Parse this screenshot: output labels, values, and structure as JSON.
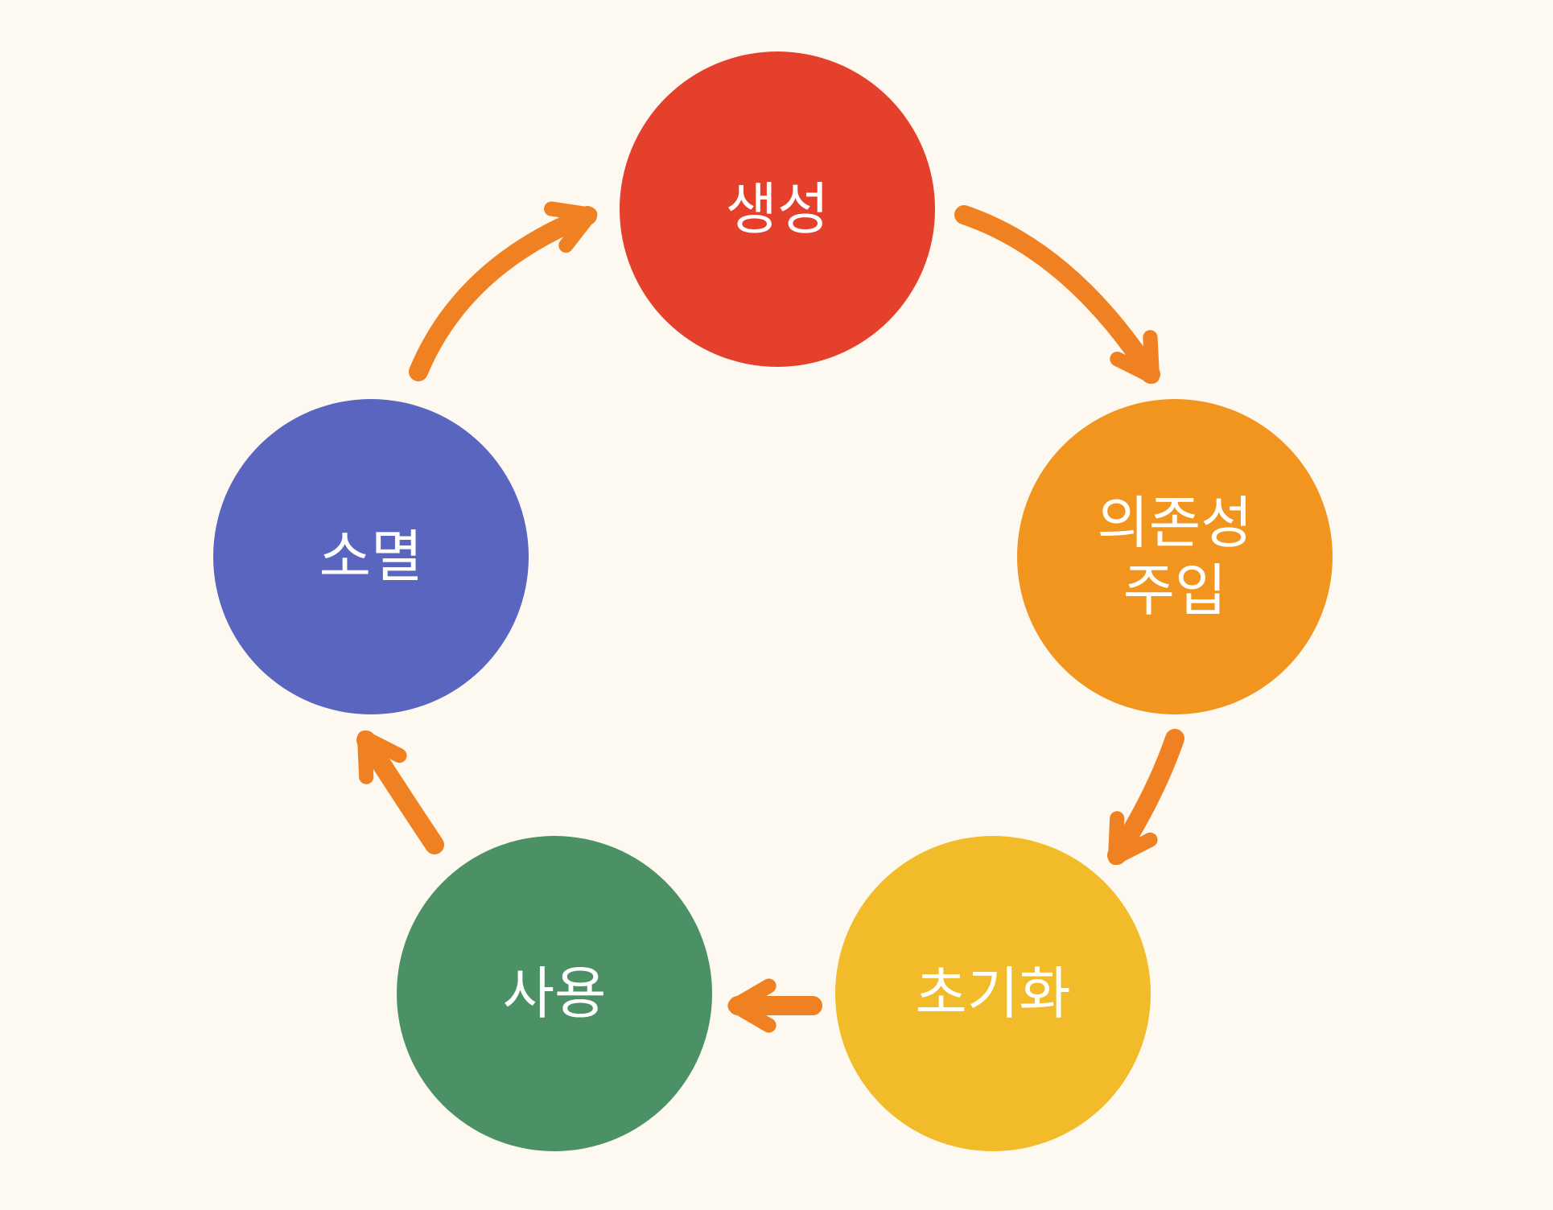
{
  "diagram": {
    "arrow_color": "#f08122",
    "nodes": [
      {
        "id": "create",
        "lines": [
          "생성"
        ],
        "color": "#e5402c",
        "name": "node-create"
      },
      {
        "id": "inject",
        "lines": [
          "의존성",
          "주입"
        ],
        "color": "#f1951f",
        "name": "node-dependency-injection"
      },
      {
        "id": "init",
        "lines": [
          "초기화"
        ],
        "color": "#f1bb2a",
        "name": "node-initialize"
      },
      {
        "id": "use",
        "lines": [
          "사용"
        ],
        "color": "#4c9166",
        "name": "node-use"
      },
      {
        "id": "destroy",
        "lines": [
          "소멸"
        ],
        "color": "#5a65bf",
        "name": "node-destroy"
      }
    ],
    "edges": [
      {
        "from": "create",
        "to": "inject"
      },
      {
        "from": "inject",
        "to": "init"
      },
      {
        "from": "init",
        "to": "use"
      },
      {
        "from": "use",
        "to": "destroy"
      },
      {
        "from": "destroy",
        "to": "create"
      }
    ]
  }
}
